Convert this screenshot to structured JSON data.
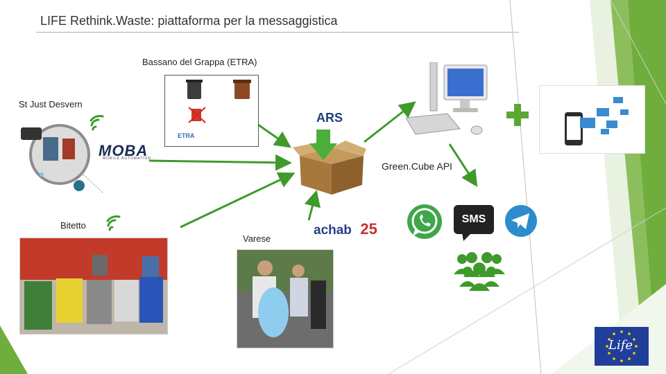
{
  "slide": {
    "title": "LIFE Rethink.Waste: piattaforma per la messaggistica"
  },
  "locations": {
    "bassano": "Bassano del Grappa (ETRA)",
    "st_just": "St Just Desvern",
    "bitetto": "Bitetto",
    "varese": "Varese"
  },
  "api": {
    "label": "Green.Cube API"
  },
  "logos": {
    "ars": "ARS",
    "moba": "MOBA",
    "moba_sub": "MOBILE AUTOMATION",
    "etra": "ETRA",
    "achab": "achab",
    "achab_num": "25",
    "sms": "SMS",
    "life": "Life"
  },
  "colors": {
    "accent_green": "#5aa832",
    "arrow_green": "#3e9a2b",
    "eu_blue": "#1f3f9a",
    "eu_star": "#ffd400",
    "whatsapp": "#3fa64a",
    "telegram": "#2d8ccc"
  },
  "icons": [
    "wifi-icon",
    "bin-icon",
    "computer-icon",
    "plus-icon",
    "phone-icon",
    "envelope-icon",
    "box-icon",
    "whatsapp-icon",
    "sms-icon",
    "telegram-icon",
    "group-icon",
    "eu-flag-icon"
  ]
}
